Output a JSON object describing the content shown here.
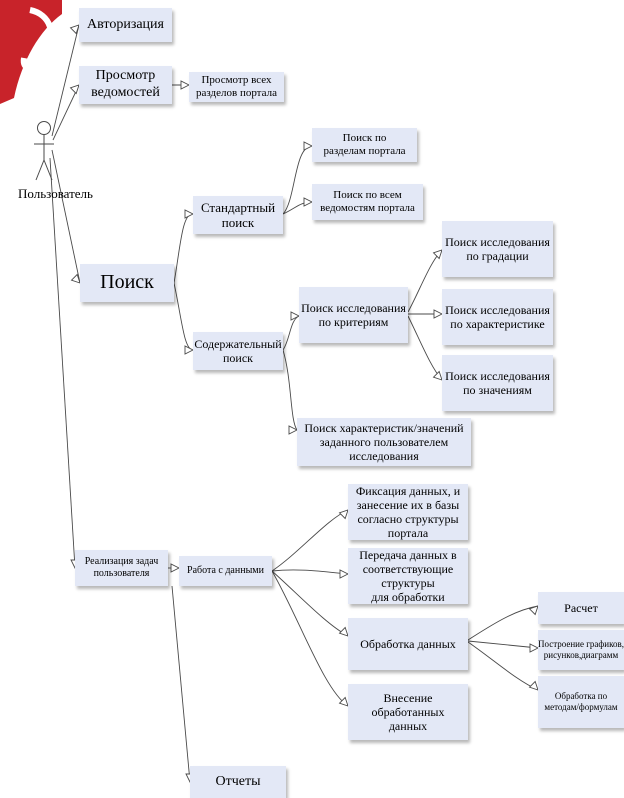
{
  "actor": {
    "label": "Пользователь"
  },
  "nodes": {
    "auth": "Авторизация",
    "view_statements": "Просмотр\nведомостей",
    "view_sections": "Просмотр всех\nразделов портала",
    "search": "Поиск",
    "standard_search": "Стандартный\nпоиск",
    "search_by_sections": "Поиск по\nразделам портала",
    "search_by_statements": "Поиск по всем\nведомостям портала",
    "content_search": "Содержательный\nпоиск",
    "search_by_criteria": "Поиск исследования\nпо критериям",
    "search_by_gradation": "Поиск исследования\nпо градации",
    "search_by_characteristic": "Поиск исследования\nпо характеристике",
    "search_by_values": "Поиск исследования\nпо значениям",
    "search_characteristics": "Поиск характеристик/значений\nзаданного пользователем\nисследования",
    "user_tasks": "Реализация задач\nпользователя",
    "work_with_data": "Работа с данными",
    "fix_data": "Фиксация данных, и\nзанесение их в базы\nсогласно структуры\nпортала",
    "transfer_data": "Передача данных в\nсоответствующие\nструктуры\nдля обработки",
    "process_data": "Обработка данных",
    "calculation": "Расчет",
    "charts": "Построение графиков,\nрисунков,диаграмм",
    "methods": "Обработка по\nметодам/формулам",
    "enter_processed": "Внесение\nобработанных\nданных",
    "reports": "Отчеты"
  },
  "colors": {
    "box_fill": "#e3e8f6",
    "edge": "#4a4a4a",
    "watermark": "#c8232a"
  }
}
